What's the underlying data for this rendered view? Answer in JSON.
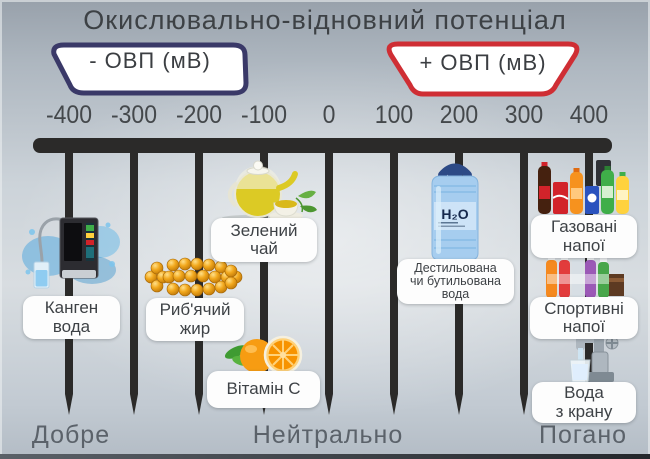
{
  "title": "Окислювально-відновний потенціал",
  "banners": {
    "negative": {
      "label": "- ОВП (мВ)",
      "border_color": "#3a3968"
    },
    "positive": {
      "label": "+ ОВП (мВ)",
      "border_color": "#cf2e34"
    }
  },
  "axis": {
    "unit": "мВ",
    "ticks": [
      "-400",
      "-300",
      "-200",
      "-100",
      "0",
      "100",
      "200",
      "300",
      "400"
    ],
    "bar_color": "#2b2a29"
  },
  "items": [
    {
      "name": "kangen-water",
      "lines": [
        "Канген",
        "вода"
      ]
    },
    {
      "name": "fish-oil",
      "lines": [
        "Риб'ячий",
        "жир"
      ]
    },
    {
      "name": "green-tea",
      "lines": [
        "Зелений",
        "чай"
      ]
    },
    {
      "name": "vitamin-c",
      "lines": [
        "Вітамін C"
      ]
    },
    {
      "name": "distilled-water",
      "lines": [
        "Дестильована",
        "чи бутильована",
        "вода"
      ],
      "icon_text": "H₂O"
    },
    {
      "name": "carbonated-drinks",
      "lines": [
        "Газовані",
        "напої"
      ]
    },
    {
      "name": "sports-drinks",
      "lines": [
        "Спортивні",
        "напої"
      ]
    },
    {
      "name": "tap-water",
      "lines": [
        "Вода",
        "з крану"
      ]
    }
  ],
  "zones": {
    "good": "Добре",
    "neutral": "Нейтрально",
    "bad": "Погано"
  }
}
